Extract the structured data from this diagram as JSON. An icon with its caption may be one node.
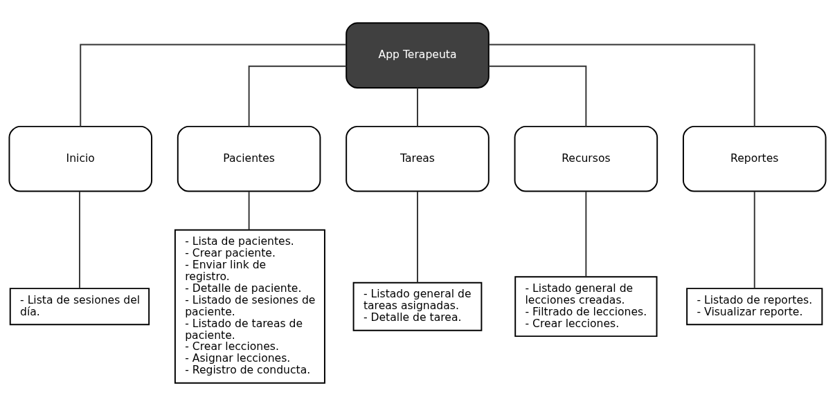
{
  "diagram": {
    "nodes": [
      {
        "text": [
          "App Terapeuta"
        ]
      },
      {
        "text": [
          "Inicio"
        ]
      },
      {
        "text": [
          "Pacientes"
        ]
      },
      {
        "text": [
          "Tareas"
        ]
      },
      {
        "text": [
          "Recursos"
        ]
      },
      {
        "text": [
          "Reportes"
        ]
      },
      {
        "text": [
          "- Lista de sesiones del día."
        ]
      },
      {
        "text": [
          "- Lista de pacientes.",
          "- Crear paciente.",
          "- Enviar link de registro.",
          "- Detalle de paciente.",
          "- Listado de sesiones de paciente.",
          "- Listado de tareas de paciente.",
          "- Crear lecciones.",
          "- Asignar lecciones.",
          "- Registro de conducta."
        ]
      },
      {
        "text": [
          "- Listado general de tareas asignadas.",
          "- Detalle de tarea."
        ]
      },
      {
        "text": [
          "- Listado general de lecciones creadas.",
          "- Filtrado de lecciones.",
          "- Crear lecciones."
        ]
      },
      {
        "text": [
          "- Listado de reportes.",
          "- Visualizar reporte."
        ]
      }
    ],
    "edges": [
      {
        "from": 0,
        "to": 1,
        "arrow": "none"
      },
      {
        "from": 0,
        "to": 2,
        "arrow": "none"
      },
      {
        "from": 0,
        "to": 3,
        "arrow": "none"
      },
      {
        "from": 0,
        "to": 4,
        "arrow": "none"
      },
      {
        "from": 0,
        "to": 5,
        "arrow": "none"
      },
      {
        "from": 1,
        "to": 6,
        "arrow": "none"
      },
      {
        "from": 2,
        "to": 7,
        "arrow": "none"
      },
      {
        "from": 3,
        "to": 8,
        "arrow": "none"
      },
      {
        "from": 4,
        "to": 9,
        "arrow": "none"
      },
      {
        "from": 5,
        "to": 10,
        "arrow": "none"
      }
    ]
  }
}
